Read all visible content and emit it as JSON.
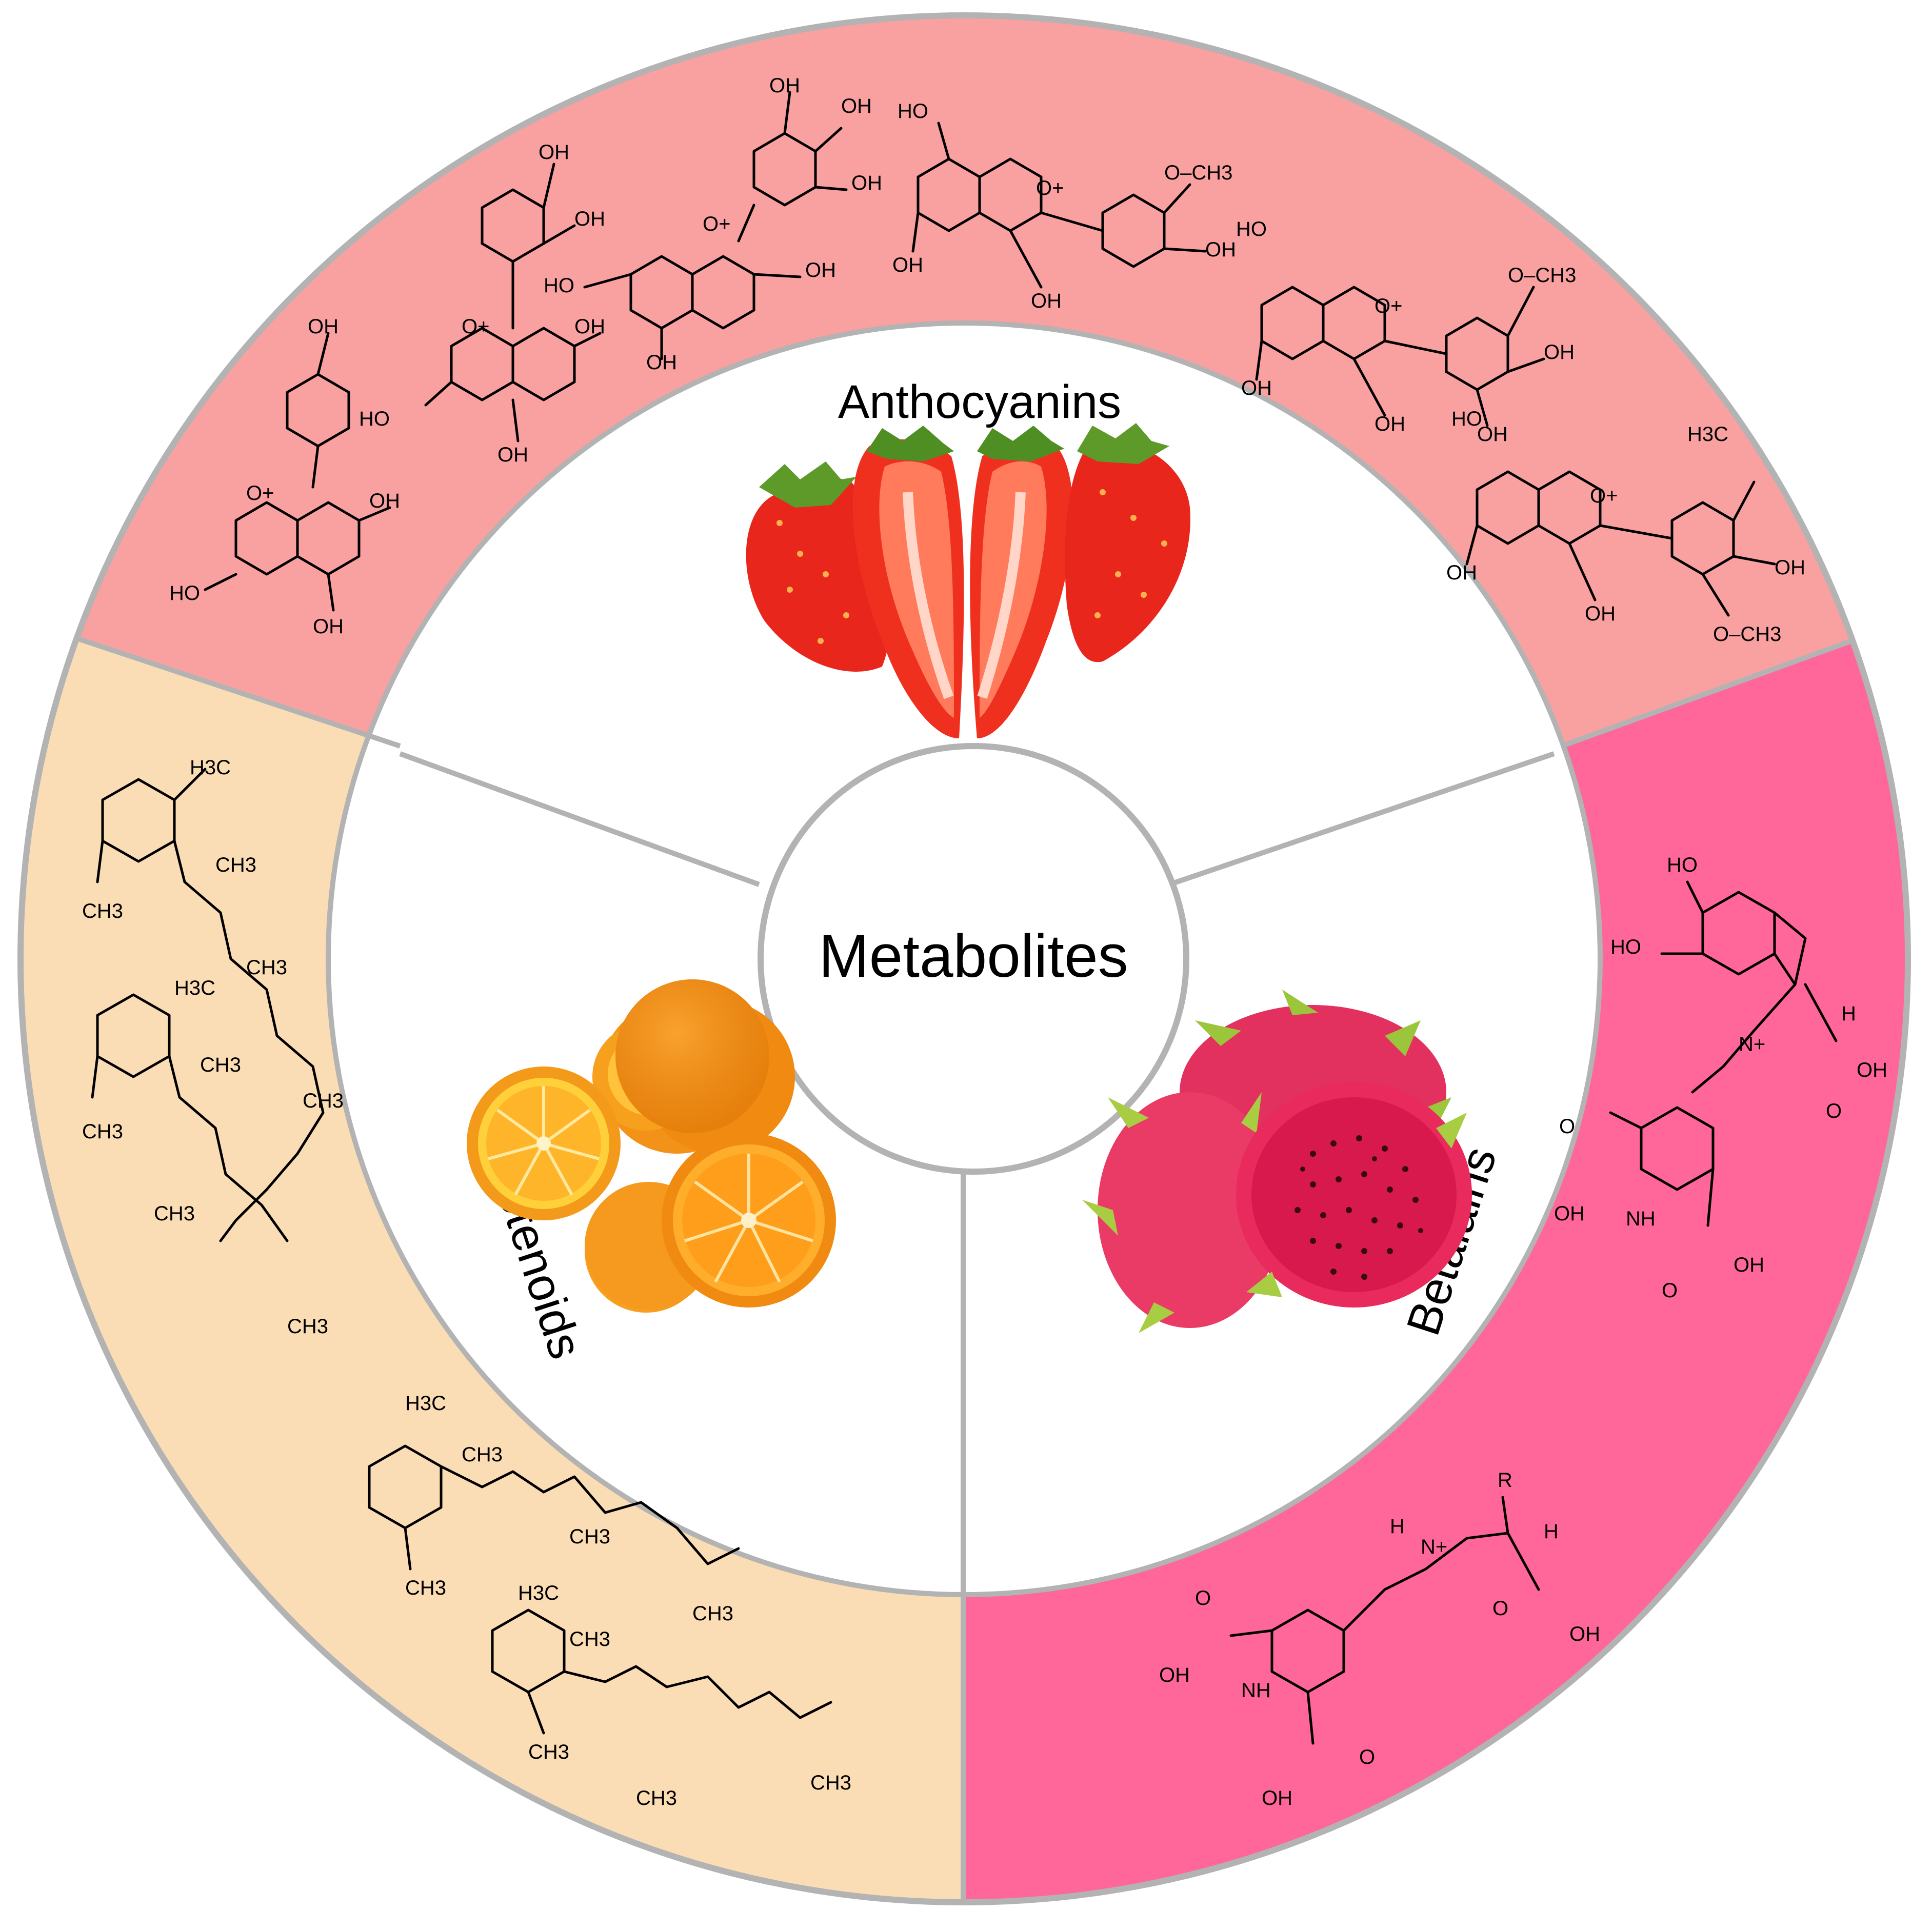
{
  "center": {
    "label": "Metabolites"
  },
  "sectors": [
    {
      "id": "anthocyanins",
      "label": "Anthocyanins",
      "color": "#F9A0A0"
    },
    {
      "id": "carotenoids",
      "label": "Carotenoids",
      "color": "#FBDDB5"
    },
    {
      "id": "betalains",
      "label": "Betalains",
      "color": "#FF6699"
    }
  ],
  "colors": {
    "border": "#B3B3B3",
    "inner": "#FFFFFF"
  },
  "fruits": {
    "anthocyanins": "strawberry",
    "carotenoids": "orange",
    "betalains": "dragon-fruit"
  },
  "atoms": {
    "oh": "OH",
    "ho": "HO",
    "och3": "O–CH3",
    "ch3": "CH3",
    "h3c": "H3C",
    "oplus": "O+",
    "nplus": "N+",
    "nh": "NH",
    "h": "H",
    "r": "R",
    "o": "O"
  }
}
